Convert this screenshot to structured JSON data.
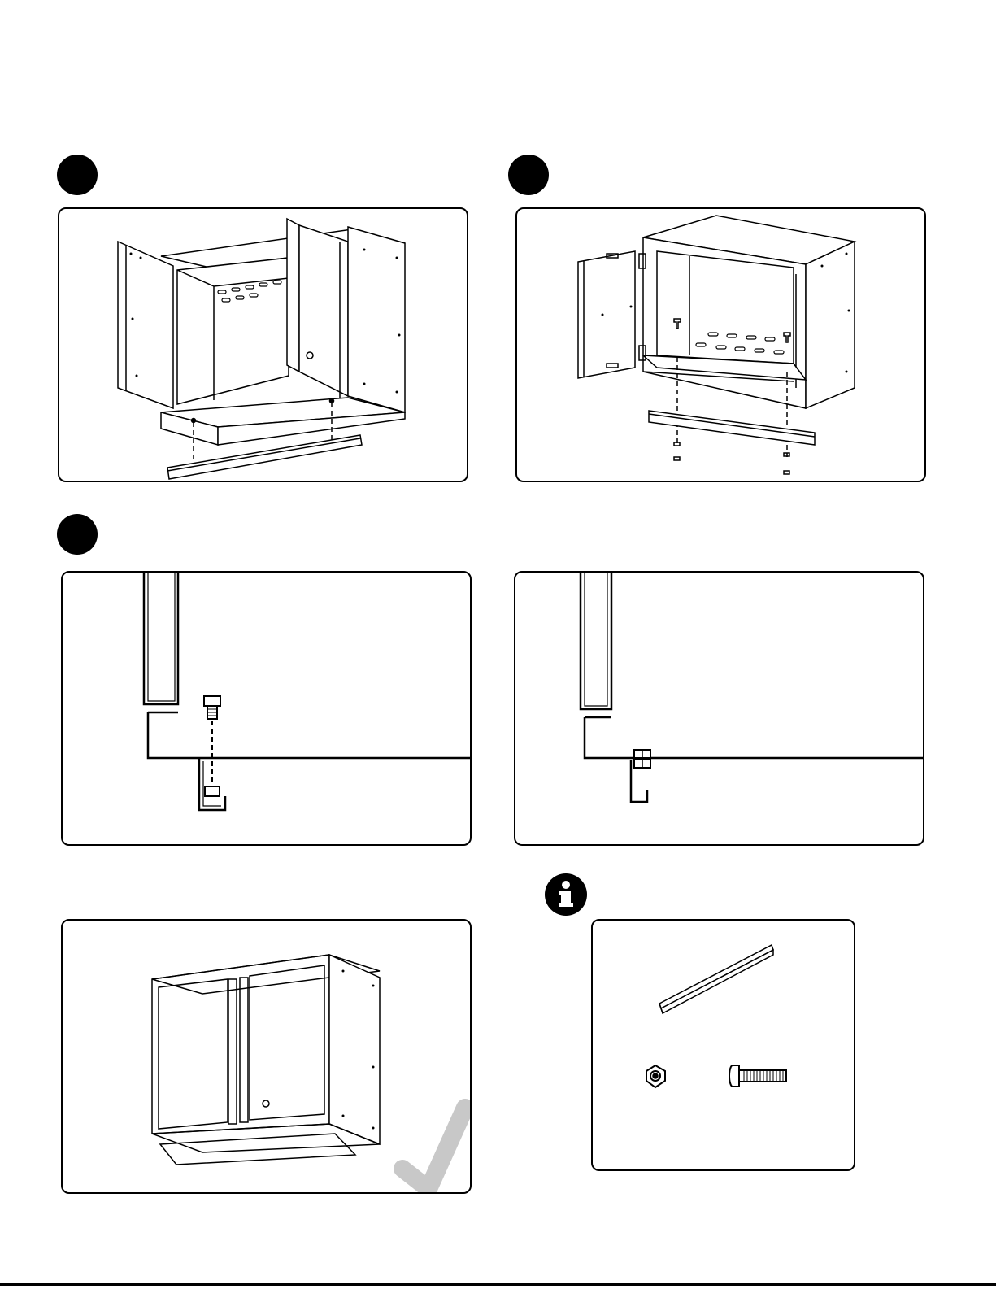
{
  "document": {
    "steps": [
      {
        "id": "step-1",
        "panel": "cabinet-front-rail"
      },
      {
        "id": "step-2",
        "panel": "cabinet-rear-rail"
      },
      {
        "id": "step-3",
        "panel": "bolt-detail"
      }
    ],
    "info_icon": "info-icon",
    "check_icon": "checkmark-icon",
    "hardware_icons": [
      "rail-icon",
      "lock-nut-icon",
      "bolt-icon"
    ],
    "colors": {
      "ink": "#000000",
      "check": "#c8c8c8"
    }
  }
}
